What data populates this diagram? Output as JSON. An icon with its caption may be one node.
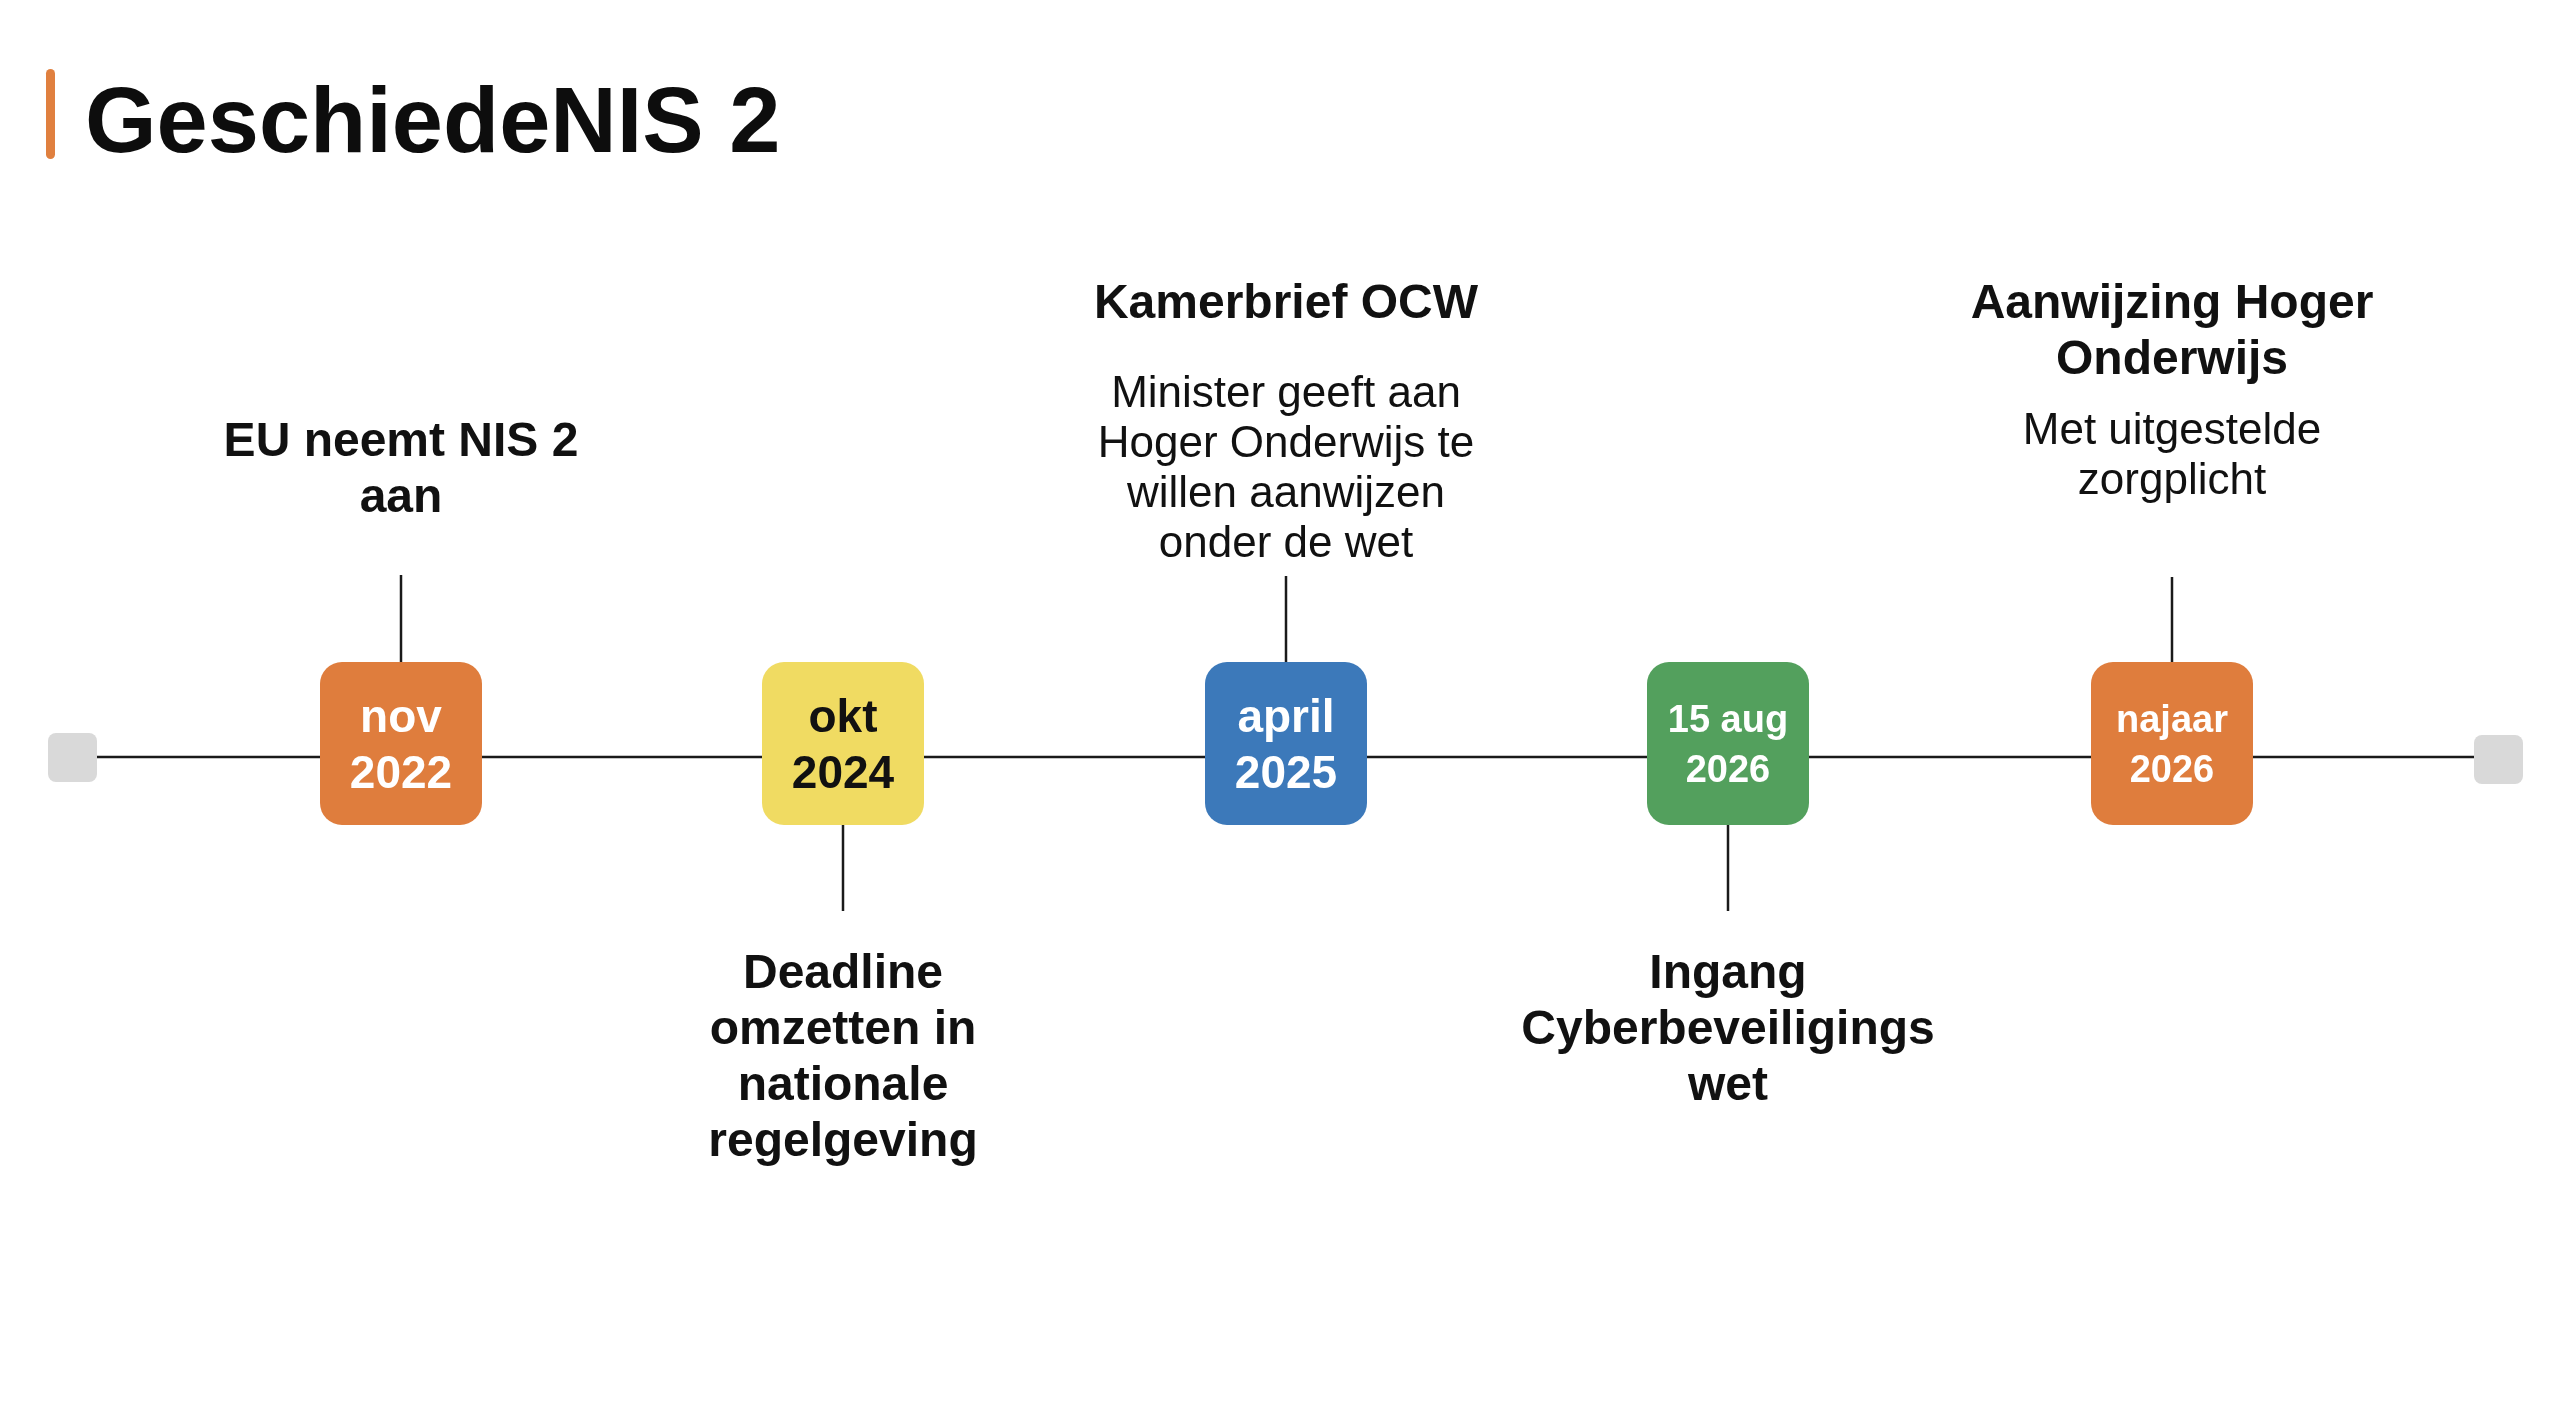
{
  "diagram": {
    "title": "GeschiedeNIS 2",
    "nodes": [
      {
        "text": [],
        "shape": "box"
      },
      {
        "text": [
          "EU neemt NIS 2 aan"
        ]
      },
      {
        "text": [
          "nov 2022"
        ]
      },
      {
        "text": [
          "okt 2024"
        ]
      },
      {
        "text": [
          "Deadline omzetten in nationale regelgeving"
        ]
      },
      {
        "text": [
          "Kamerbrief OCW",
          "Minister geeft aan Hoger Onderwijs te willen aanwijzen onder de wet"
        ]
      },
      {
        "text": [
          "april 2025"
        ]
      },
      {
        "text": [
          "15 aug 2026"
        ]
      },
      {
        "text": [
          "Ingang Cyberbeveiligings wet"
        ]
      },
      {
        "text": [
          "Aanwijzing Hoger Onderwijs",
          "Met uitgestelde zorgplicht"
        ]
      },
      {
        "text": [
          "najaar 2026"
        ]
      },
      {
        "text": [],
        "shape": "box"
      }
    ],
    "edges": [
      {
        "from": 0,
        "to": 2,
        "arrow": "none"
      },
      {
        "from": 2,
        "to": 3,
        "arrow": "none"
      },
      {
        "from": 3,
        "to": 6,
        "arrow": "none"
      },
      {
        "from": 6,
        "to": 7,
        "arrow": "none"
      },
      {
        "from": 7,
        "to": 10,
        "arrow": "none"
      },
      {
        "from": 10,
        "to": 11,
        "arrow": "none"
      },
      {
        "from": 1,
        "to": 2,
        "arrow": "none"
      },
      {
        "from": 3,
        "to": 4,
        "arrow": "none"
      },
      {
        "from": 5,
        "to": 6,
        "arrow": "none"
      },
      {
        "from": 7,
        "to": 8,
        "arrow": "none"
      },
      {
        "from": 9,
        "to": 10,
        "arrow": "none"
      }
    ]
  }
}
